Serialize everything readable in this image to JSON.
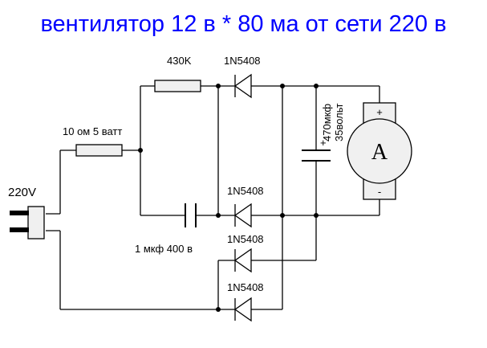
{
  "title": "вентилятор 12 в * 80 ма от сети 220 в",
  "labels": {
    "supply": "220V",
    "series_resistor": "10 ом 5 ватт",
    "bleeder_resistor": "430K",
    "capacitor_ac": "1 мкф 400 в",
    "capacitor_filter_value": "470мкф",
    "capacitor_filter_voltage": "35вольт",
    "capacitor_plus": "+",
    "diode_1": "1N5408",
    "diode_2": "1N5408",
    "diode_3": "1N5408",
    "diode_4": "1N5408",
    "motor_letter": "A",
    "motor_plus": "+",
    "motor_minus": "-"
  },
  "colors": {
    "title": "#0000ff",
    "wire": "#000000",
    "component_fill": "#f0f0f0"
  }
}
